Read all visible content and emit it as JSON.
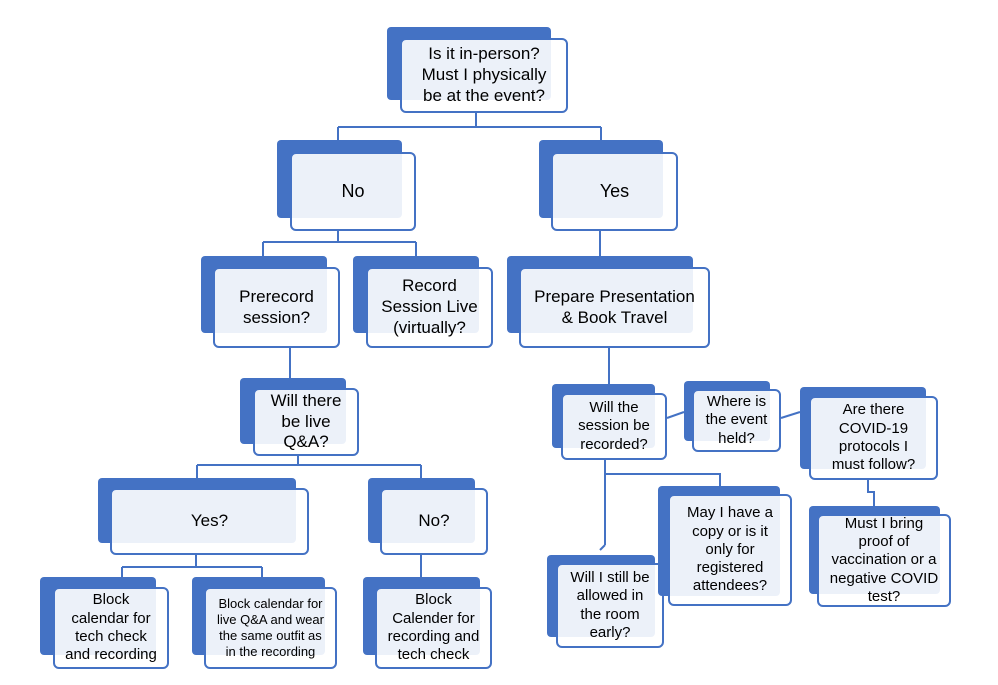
{
  "colors": {
    "accent": "#4472c4",
    "box_fill": "#ffffff",
    "text": "#000000"
  },
  "nodes": {
    "in_person": "Is it in-person?\nMust I physically\nbe at the event?",
    "no": "No",
    "yes": "Yes",
    "prerecord": "Prerecord\nsession?",
    "record_live": "Record\nSession Live\n(virtually?",
    "prepare": "Prepare Presentation\n& Book Travel",
    "live_qa": "Will there\nbe live\nQ&A?",
    "qa_yes": "Yes?",
    "qa_no": "No?",
    "block_tech": "Block\ncalendar for\ntech check\nand recording",
    "block_live": "Block calendar for\nlive Q&A and wear\nthe same outfit as\nin the recording",
    "block_recording": "Block\nCalender for\nrecording and\ntech check",
    "session_recorded": "Will the\nsession be\nrecorded?",
    "where_held": "Where is\nthe event\nheld?",
    "covid_protocols": "Are there\nCOVID-19\nprotocols I\nmust follow?",
    "still_allowed": "Will I still be\nallowed in\nthe room\nearly?",
    "copy": "May I have a\ncopy or is it\nonly for\nregistered\nattendees?",
    "proof": "Must I bring\nproof of\nvaccination or a\nnegative COVID\ntest?"
  }
}
